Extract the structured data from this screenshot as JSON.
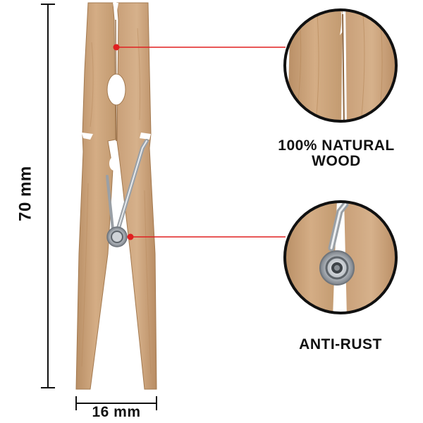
{
  "dimensions": {
    "height": "70 mm",
    "width": "16 mm"
  },
  "features": {
    "wood_label": "100% NATURAL WOOD",
    "spring_label": "ANTI-RUST"
  },
  "colors": {
    "wood": "#c9a27a",
    "wood_dark": "#a87d55",
    "spring": "#c8ccd0",
    "pointer": "#e02020",
    "text": "#111111"
  }
}
